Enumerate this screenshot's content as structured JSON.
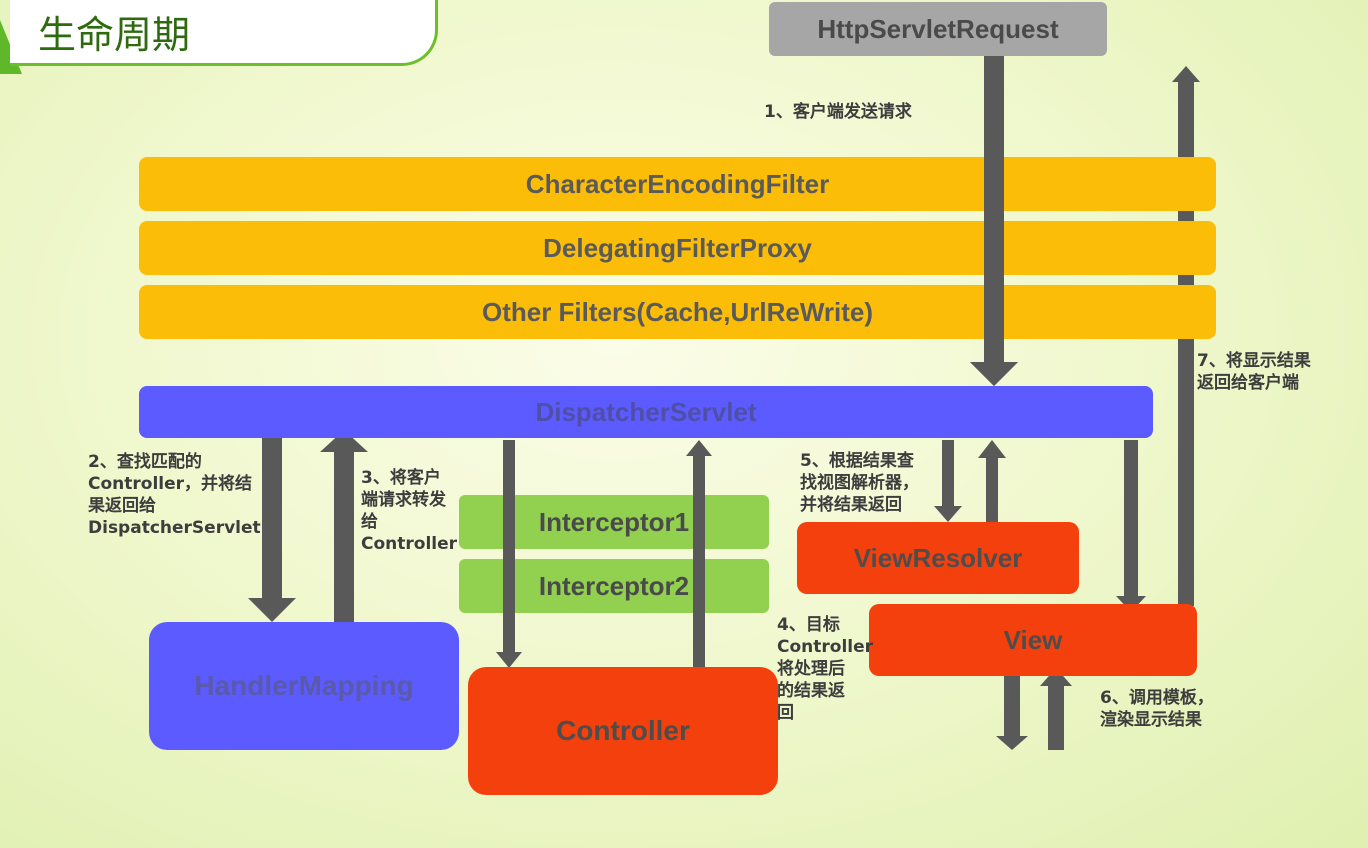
{
  "title": "生命周期",
  "nodes": {
    "request": "HttpServletRequest",
    "filter1": "CharacterEncodingFilter",
    "filter2": "DelegatingFilterProxy",
    "filter3": "Other Filters(Cache,UrlReWrite)",
    "dispatcher": "DispatcherServlet",
    "interceptor1": "Interceptor1",
    "interceptor2": "Interceptor2",
    "handler_mapping": "HandlerMapping",
    "controller": "Controller",
    "view_resolver": "ViewResolver",
    "view": "View"
  },
  "notes": {
    "step1": "1、客户端发送请求",
    "step2": "2、查找匹配的\nController，并将结\n果返回给\nDispatcherServlet",
    "step3": "3、将客户\n端请求转发\n给\nController",
    "step4": "4、目标\nController\n将处理后\n的结果返\n回",
    "step5": "5、根据结果查\n找视图解析器，\n并将结果返回",
    "step6": "6、调用模板，\n渲染显示结果",
    "step7": "7、将显示结果\n返回给客户端"
  },
  "colors": {
    "filter": "#fbbd08",
    "dispatcher": "#5b5bff",
    "interceptor": "#92d050",
    "component_red": "#f4400c",
    "request": "#a6a6a6",
    "arrow": "#595959",
    "title_border": "#6cbf2a"
  }
}
